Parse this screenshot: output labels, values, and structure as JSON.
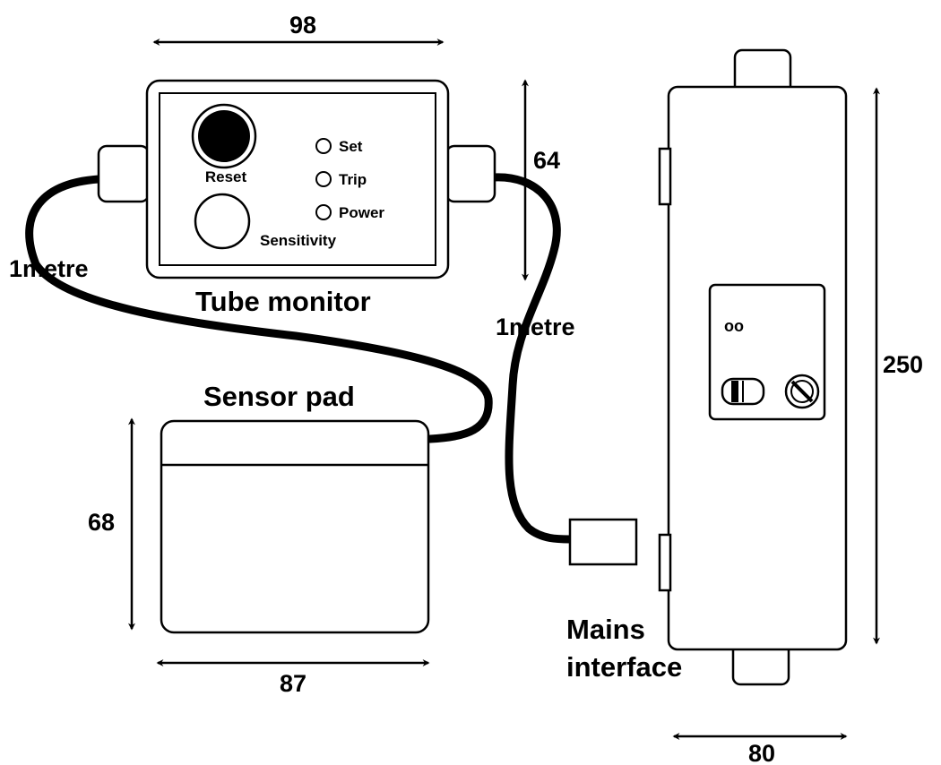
{
  "tube_monitor": {
    "label": "Tube monitor",
    "reset_label": "Reset",
    "sensitivity_label": "Sensitivity",
    "indicators": [
      "Set",
      "Trip",
      "Power"
    ],
    "width": "98",
    "height": "64"
  },
  "sensor_pad": {
    "label": "Sensor pad",
    "height": "68",
    "width": "87"
  },
  "cables": {
    "left_length": "1metre",
    "right_length": "1metre"
  },
  "mains_interface": {
    "label_line1": "Mains",
    "label_line2": "interface",
    "height": "250",
    "width": "80",
    "panel_text": "oo"
  }
}
